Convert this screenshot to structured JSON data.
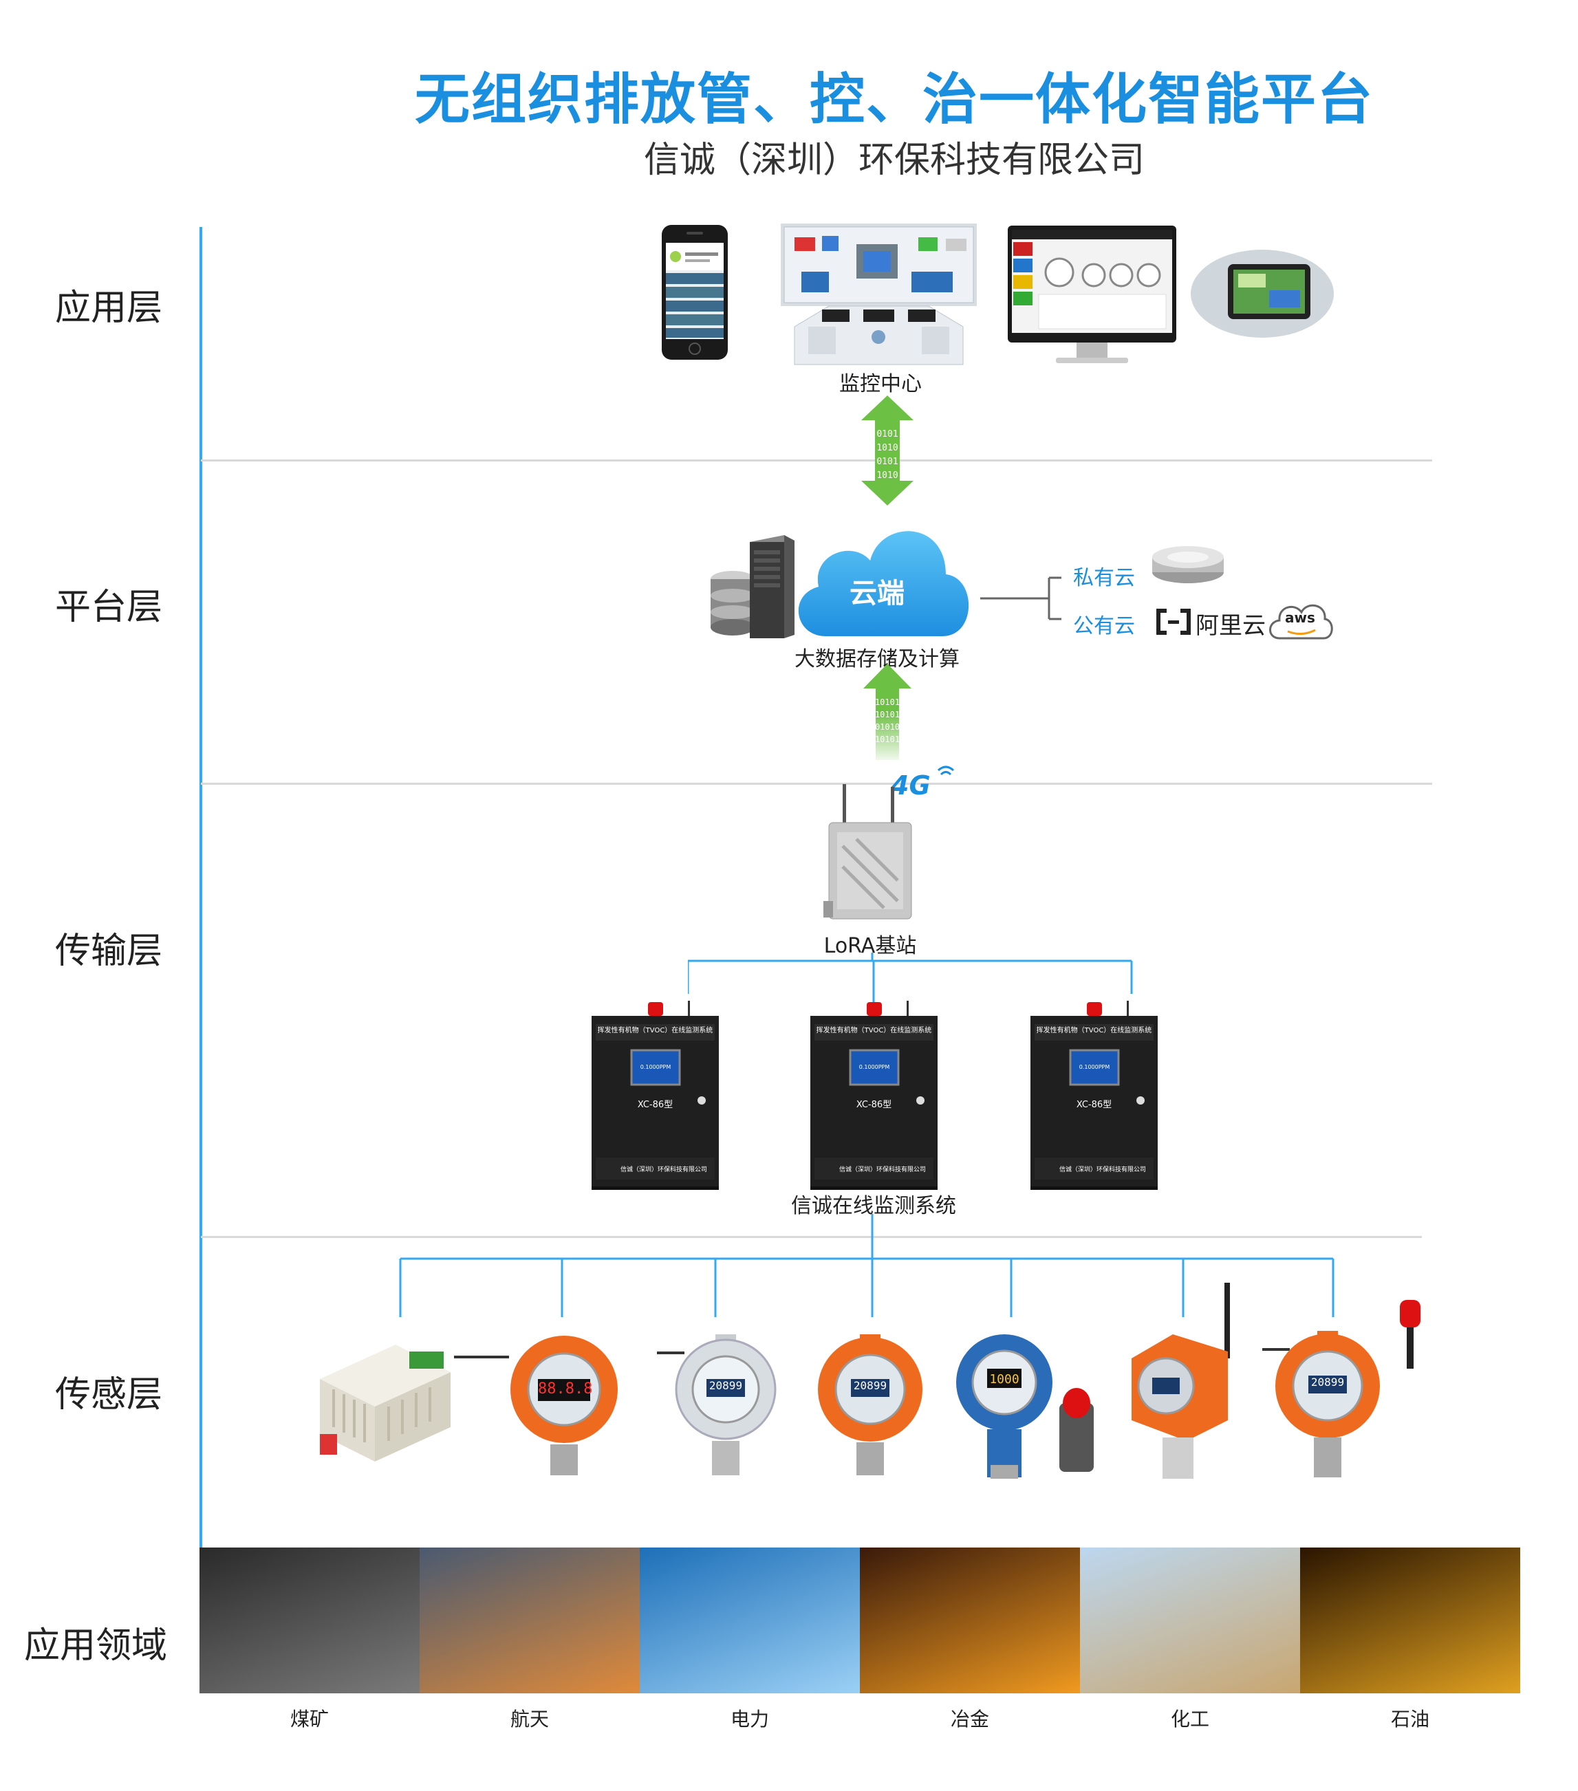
{
  "header": {
    "title": "无组织排放管、控、治一体化智能平台",
    "subtitle": "信诚（深圳）环保科技有限公司"
  },
  "layers": {
    "app": "应用层",
    "platform": "平台层",
    "transport": "传输层",
    "sensing": "传感层",
    "fields": "应用领域"
  },
  "application": {
    "monitor_center": "监控中心"
  },
  "platform": {
    "cloud_label": "云端",
    "storage_label": "大数据存储及计算",
    "private_cloud": "私有云",
    "public_cloud": "公有云",
    "aliyun": "阿里云",
    "aws": "aws"
  },
  "transport": {
    "network": "4G",
    "base_station": "LoRA基站",
    "system_label": "信诚在线监测系统",
    "cabinet_title": "挥发性有机物（TVOC）在线监测系统",
    "cabinet_model": "XC-86型",
    "cabinet_company": "信诚（深圳）环保科技有限公司",
    "screen_value": "0.1000PPM"
  },
  "sensing": {
    "display_value_1": "88.8.8",
    "display_value_2": "20899",
    "display_value_3": "1000"
  },
  "fields": [
    {
      "label": "煤矿",
      "color_a": "#2a2a2a",
      "color_b": "#7a7a7a"
    },
    {
      "label": "航天",
      "color_a": "#4a5a70",
      "color_b": "#e08a3a"
    },
    {
      "label": "电力",
      "color_a": "#1d6fb8",
      "color_b": "#9bd0f5"
    },
    {
      "label": "冶金",
      "color_a": "#3a1a0a",
      "color_b": "#f09a20"
    },
    {
      "label": "化工",
      "color_a": "#bcd7ef",
      "color_b": "#c9a670"
    },
    {
      "label": "石油",
      "color_a": "#2a1500",
      "color_b": "#e0a020"
    }
  ],
  "colors": {
    "accent": "#1a8fe0",
    "line": "#33aaf0",
    "arrow": "#6cc043",
    "sensor_orange": "#ee6a1e"
  }
}
